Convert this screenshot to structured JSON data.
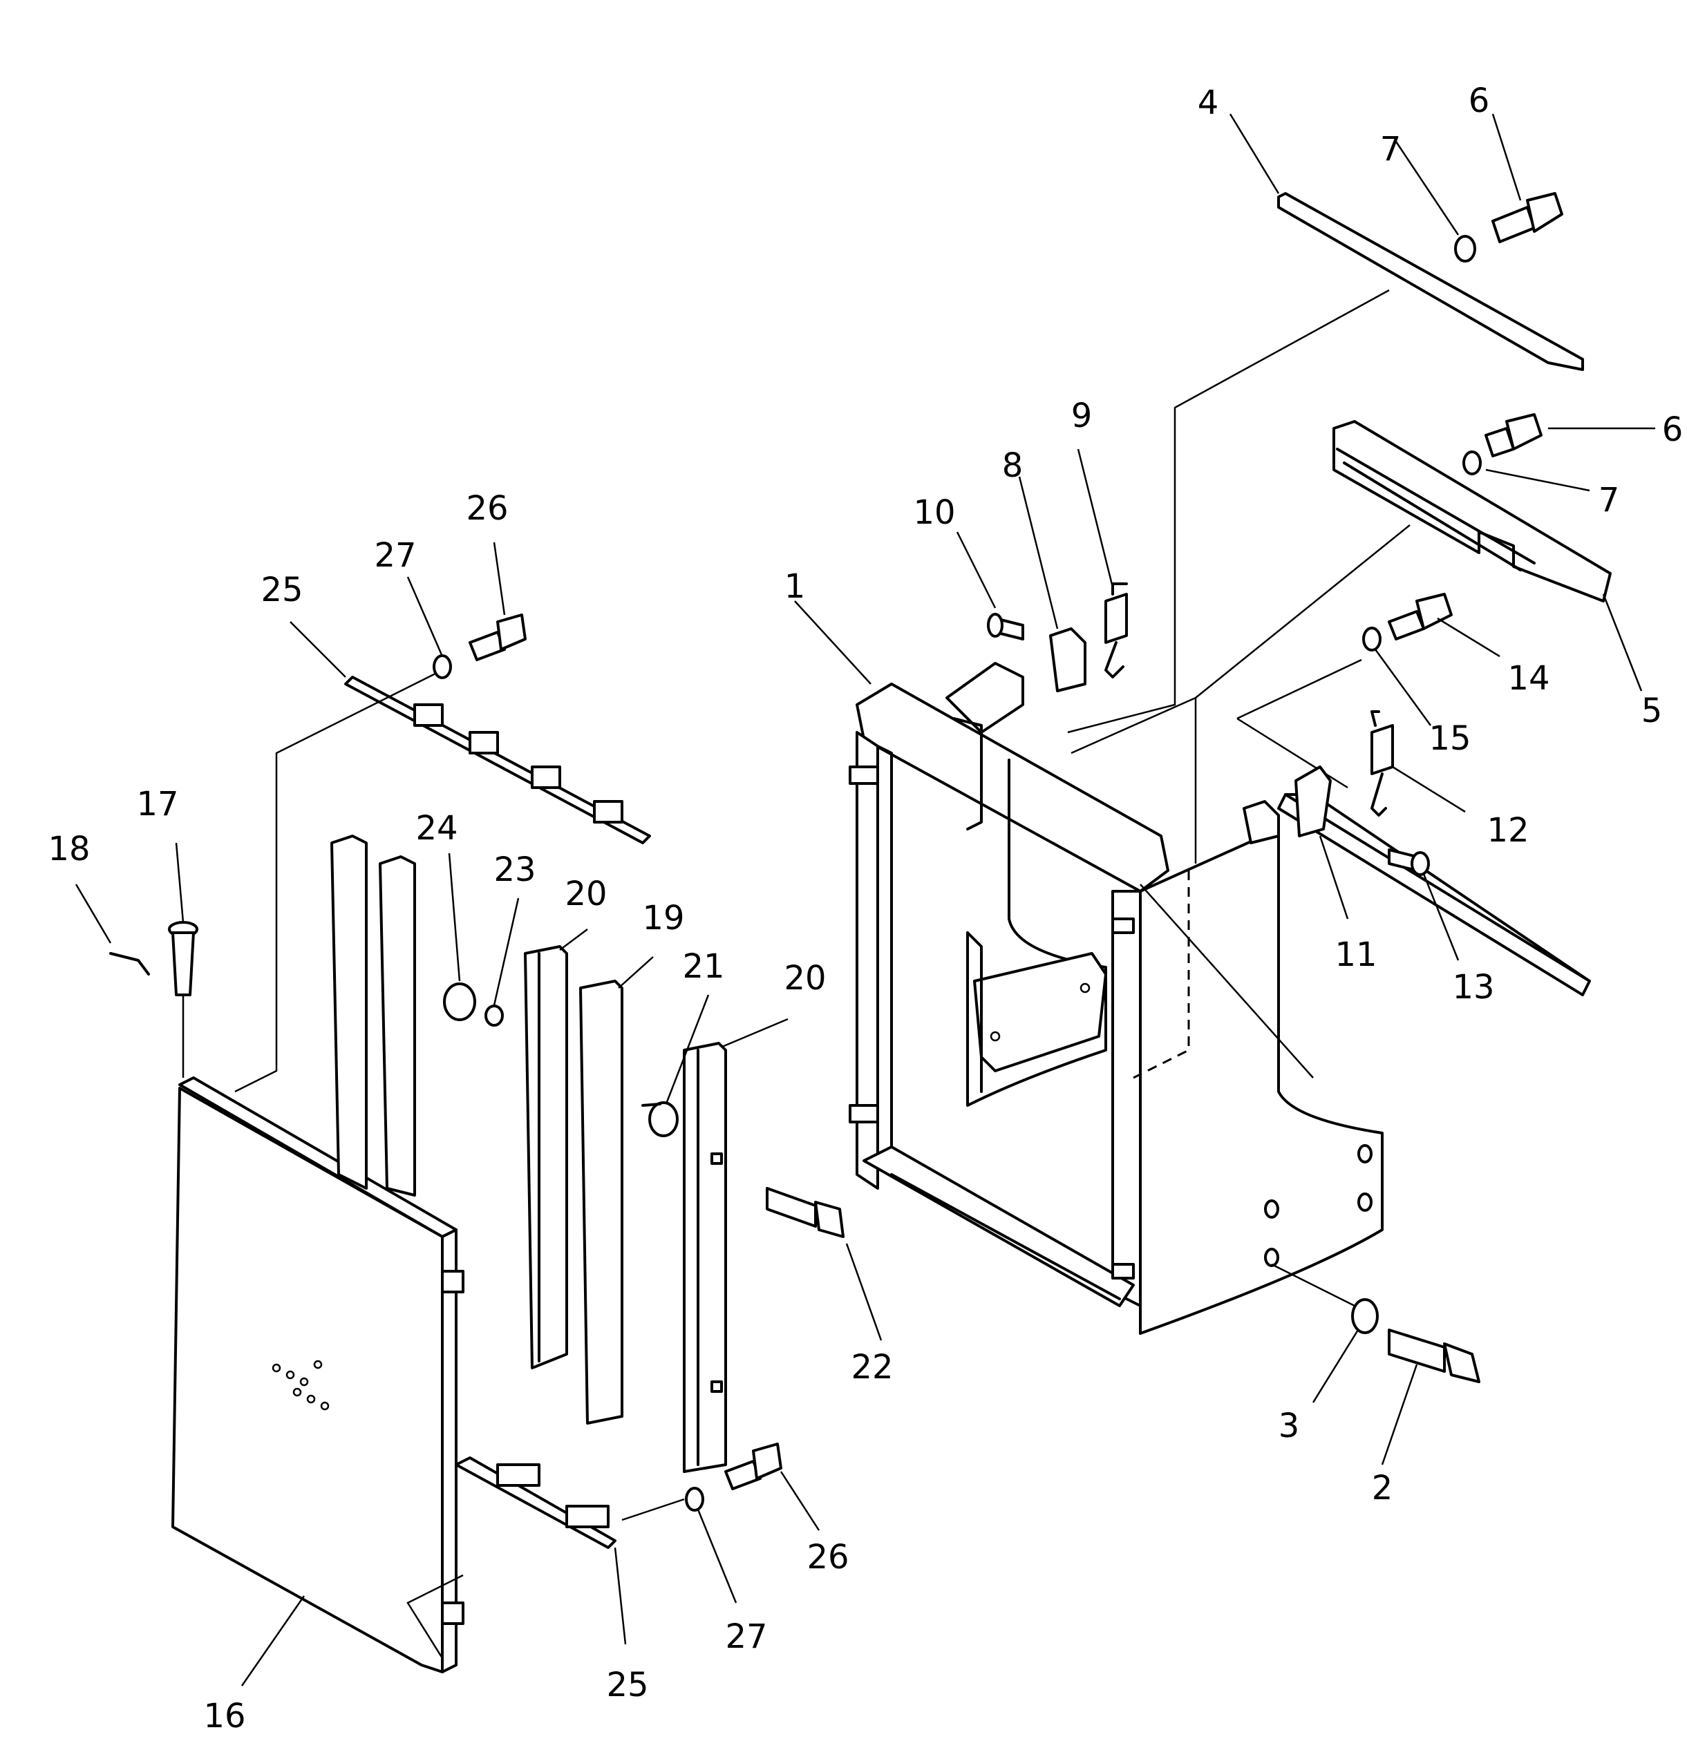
{
  "labels": {
    "l1": "1",
    "l2": "2",
    "l3": "3",
    "l4": "4",
    "l5": "5",
    "l6a": "6",
    "l6b": "6",
    "l7a": "7",
    "l7b": "7",
    "l8": "8",
    "l9": "9",
    "l10": "10",
    "l11": "11",
    "l12": "12",
    "l13": "13",
    "l14": "14",
    "l15": "15",
    "l16": "16",
    "l17": "17",
    "l18": "18",
    "l19": "19",
    "l20a": "20",
    "l20b": "20",
    "l21": "21",
    "l22": "22",
    "l23": "23",
    "l24": "24",
    "l25a": "25",
    "l25b": "25",
    "l26a": "26",
    "l26b": "26",
    "l27a": "27",
    "l27b": "27"
  }
}
